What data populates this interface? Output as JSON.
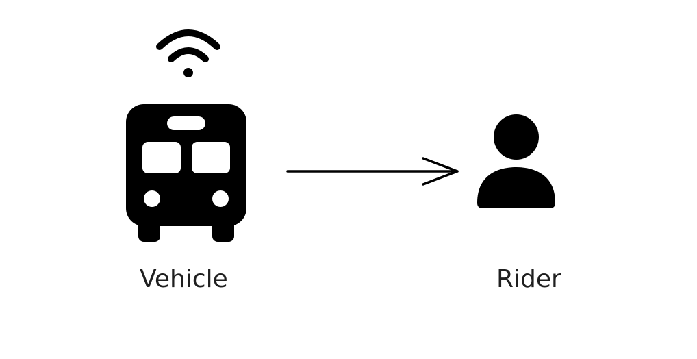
{
  "colors": {
    "background": "#ffffff",
    "ink": "#000000",
    "text": "#1f1f1f"
  },
  "nodes": [
    {
      "id": "vehicle",
      "icon": "bus-icon",
      "status_icon": "wifi-icon",
      "label": "Vehicle"
    },
    {
      "id": "rider",
      "icon": "person-icon",
      "label": "Rider"
    }
  ],
  "edges": [
    {
      "from": "vehicle",
      "to": "rider",
      "style": "arrow"
    }
  ]
}
